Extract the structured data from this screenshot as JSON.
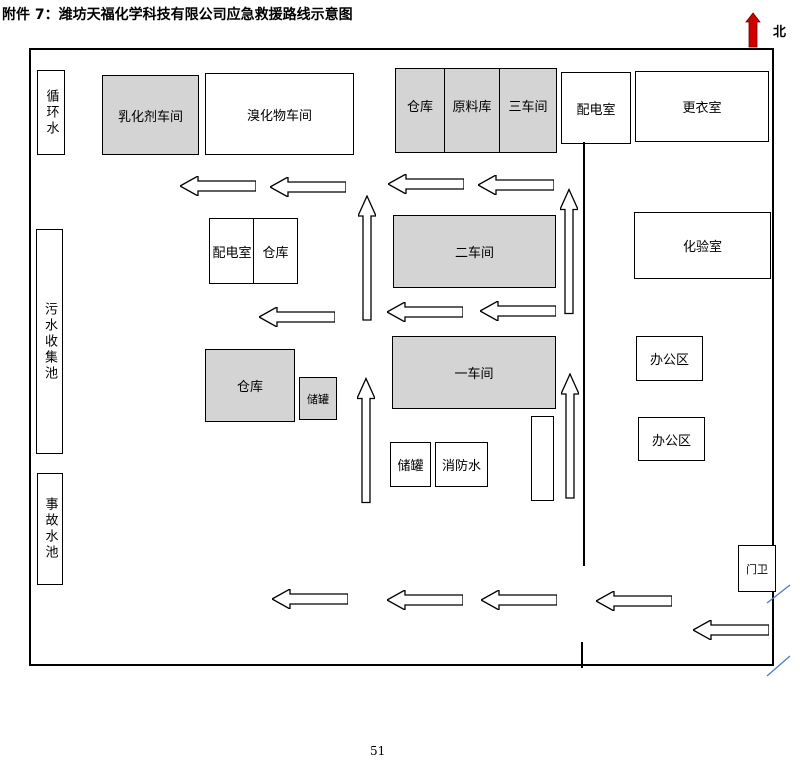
{
  "title": "附件 7：潍坊天福化学科技有限公司应急救援路线示意图",
  "north": "北",
  "page_number": "51",
  "rooms": {
    "ruhuaji": "乳化剂车间",
    "xiuhuawu": "溴化物车间",
    "cangku_top": "仓库",
    "yuanliaoku": "原料库",
    "sanchejian": "三车间",
    "peidianshi_top": "配电室",
    "gengyishi": "更衣室",
    "peidianshi_mid": "配电室",
    "cangku_mid": "仓库",
    "erchejian": "二车间",
    "huayanshi": "化验室",
    "cangku_low": "仓库",
    "chuguan_left": "储罐",
    "yichejian": "一车间",
    "bangongqu_1": "办公区",
    "bangongqu_2": "办公区",
    "chuguan_mid": "储罐",
    "xiaofangshui": "消防水",
    "menwei": "门卫",
    "xunhuanshui": "循环水",
    "wushui": "污水收集池",
    "shigu": "事故水池"
  },
  "colors": {
    "building_fill": "#d4d4d4",
    "north_arrow": "#d10000",
    "entrance_mark": "#4a7cc7"
  },
  "arrows": {
    "direction_icon": "escape-route-arrow"
  }
}
